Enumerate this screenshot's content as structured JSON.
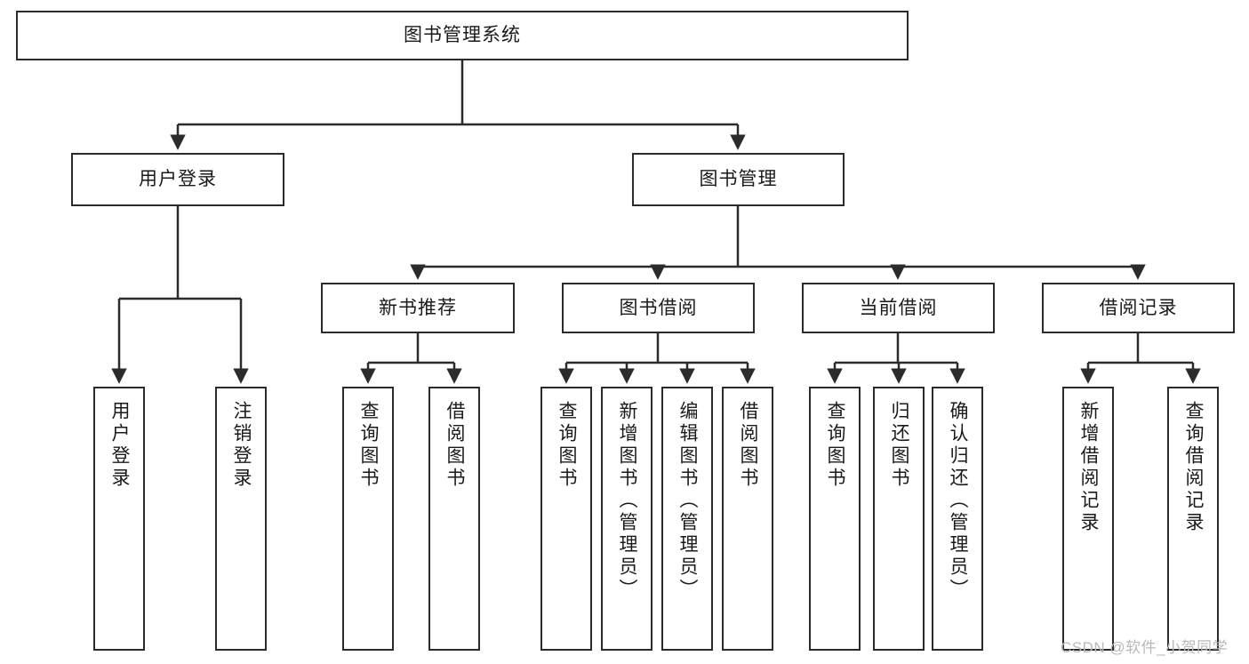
{
  "diagram": {
    "title": "图书管理系统",
    "style": {
      "box_border_color": "#2b2b2b",
      "box_fill_color": "#ffffff",
      "edge_color": "#2b2b2b",
      "text_color": "#1a1a1a",
      "background_color": "#ffffff",
      "watermark_color": "#b9b9b9"
    },
    "root": {
      "label": "图书管理系统"
    },
    "level2": [
      {
        "label": "用户登录"
      },
      {
        "label": "图书管理"
      }
    ],
    "level3": [
      {
        "label": "新书推荐"
      },
      {
        "label": "图书借阅"
      },
      {
        "label": "当前借阅"
      },
      {
        "label": "借阅记录"
      }
    ],
    "leaves": {
      "user_login": [
        {
          "label": "用户登录"
        },
        {
          "label": "注销登录"
        }
      ],
      "new_book_recommend": [
        {
          "label": "查询图书"
        },
        {
          "label": "借阅图书"
        }
      ],
      "book_borrow": [
        {
          "label": "查询图书"
        },
        {
          "label": "新增图书（管理员）"
        },
        {
          "label": "编辑图书（管理员）"
        },
        {
          "label": "借阅图书"
        }
      ],
      "current_borrow": [
        {
          "label": "查询图书"
        },
        {
          "label": "归还图书"
        },
        {
          "label": "确认归还（管理员）"
        }
      ],
      "borrow_record": [
        {
          "label": "新增借阅记录"
        },
        {
          "label": "查询借阅记录"
        }
      ]
    }
  },
  "watermark": {
    "text": "CSDN @软件_小贺同学"
  }
}
